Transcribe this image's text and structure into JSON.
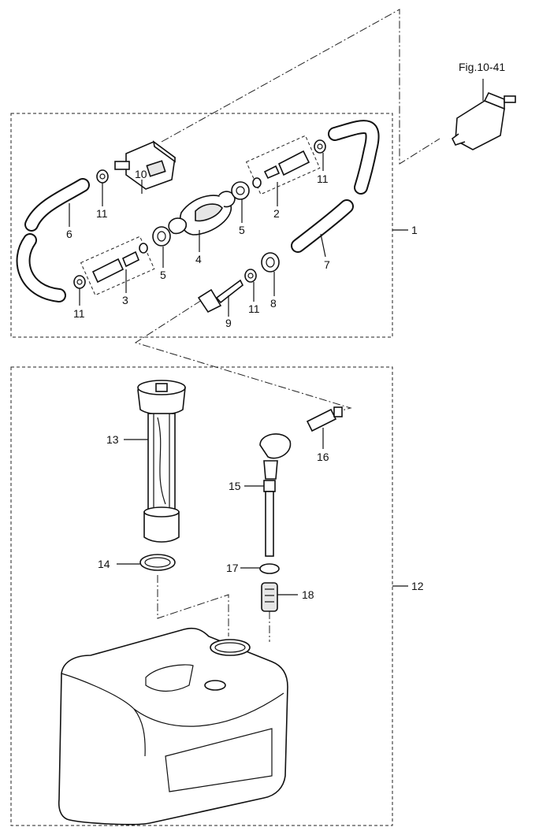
{
  "figure_ref": "Fig.10-41",
  "assembly_labels": [
    "1",
    "12"
  ],
  "part_labels": {
    "p2": "2",
    "p3": "3",
    "p4": "4",
    "p5a": "5",
    "p5b": "5",
    "p6": "6",
    "p7": "7",
    "p8": "8",
    "p9": "9",
    "p10": "10",
    "p11a": "11",
    "p11b": "11",
    "p11c": "11",
    "p11d": "11",
    "p13": "13",
    "p14": "14",
    "p15": "15",
    "p16": "16",
    "p17": "17",
    "p18": "18"
  },
  "colors": {
    "line": "#111111",
    "background": "#ffffff",
    "fill": "#e6e6e6"
  }
}
